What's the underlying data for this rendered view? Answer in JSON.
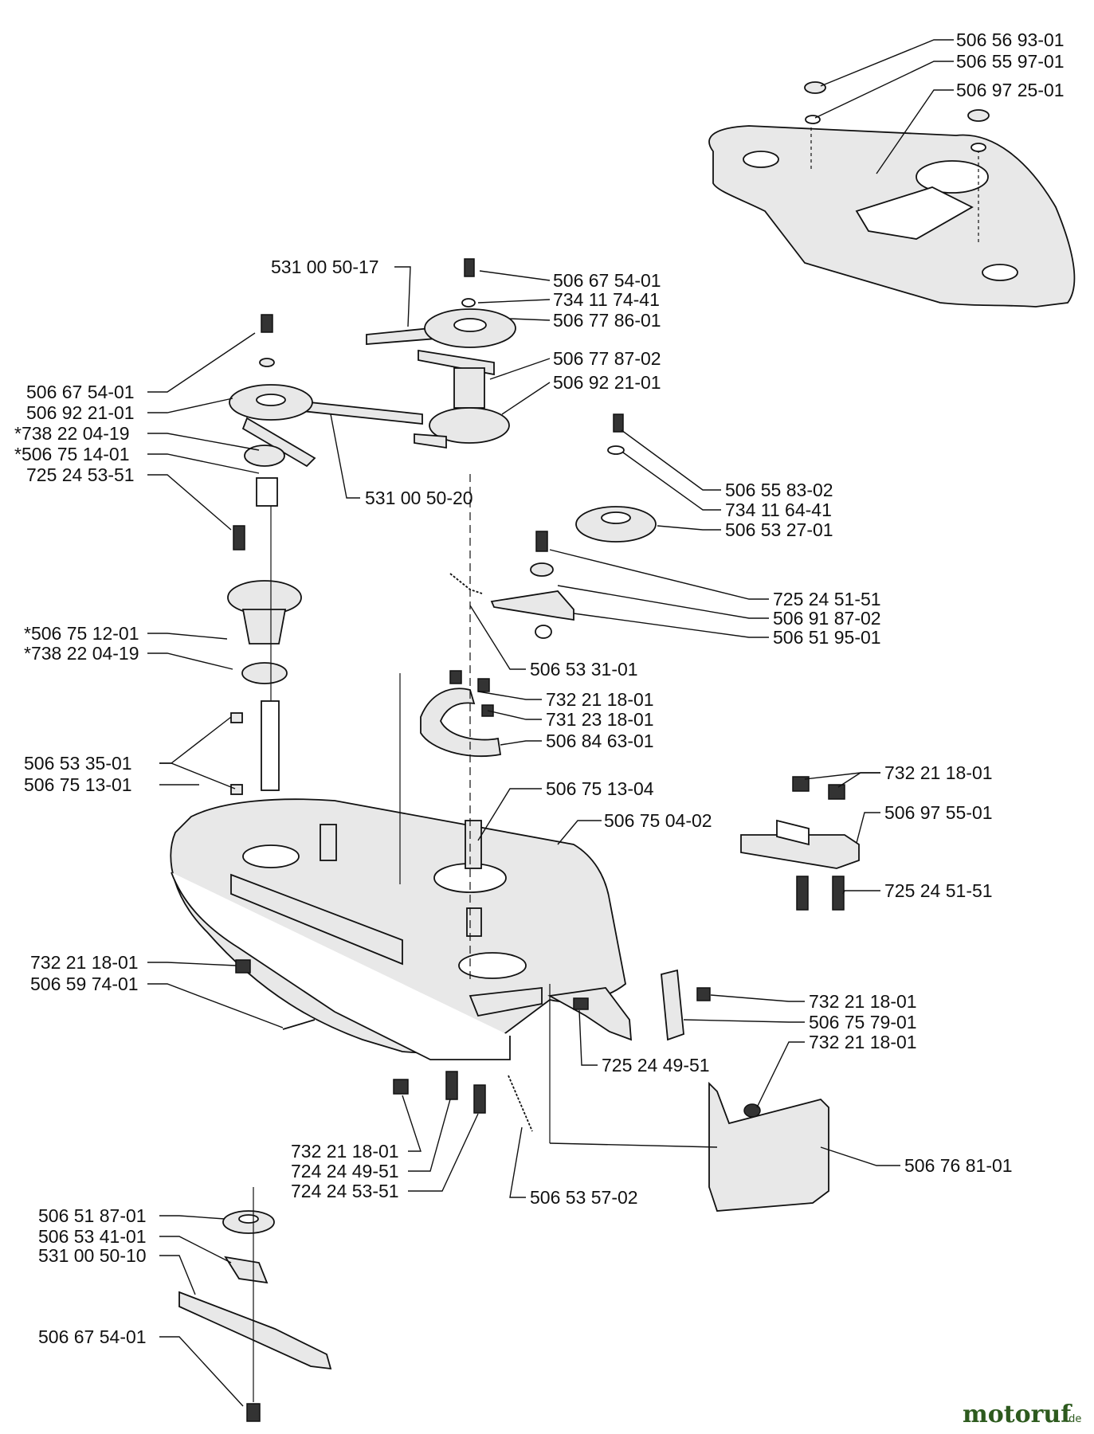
{
  "diagram": {
    "labels": [
      "506 56 93-01",
      "506 55 97-01",
      "506 97 25-01",
      "531 00 50-17",
      "506 67 54-01",
      "734 11 74-41",
      "506 77 86-01",
      "506 77 87-02",
      "506 92 21-01",
      "506 67 54-01",
      "506 92 21-01",
      "*738 22 04-19",
      "*506 75 14-01",
      "725 24 53-51",
      "531 00 50-20",
      "506 55 83-02",
      "734 11 64-41",
      "506 53 27-01",
      "725 24 51-51",
      "506 91 87-02",
      "506 51 95-01",
      "*506 75 12-01",
      "*738 22 04-19",
      "506 53 31-01",
      "732 21 18-01",
      "731 23 18-01",
      "506 84 63-01",
      "506 53 35-01",
      "506 75 13-01",
      "506 75 13-04",
      "506 75 04-02",
      "732 21 18-01",
      "506 97 55-01",
      "725 24 51-51",
      "732 21 18-01",
      "506 59 74-01",
      "732 21 18-01",
      "506 75 79-01",
      "732 21 18-01",
      "725 24 49-51",
      "732 21 18-01",
      "724 24 49-51",
      "724 24 53-51",
      "506 53 57-02",
      "506 76 81-01",
      "506 51 87-01",
      "506 53 41-01",
      "531 00 50-10",
      "506 67 54-01"
    ]
  },
  "watermark": {
    "brand": "motoruf",
    "tld": ".de"
  }
}
